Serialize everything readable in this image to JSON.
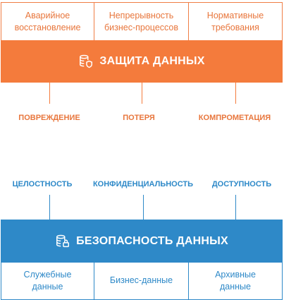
{
  "top_boxes": [
    {
      "label": "Аварийное\nвосстановление"
    },
    {
      "label": "Непрерывность\nбизнес-процессов"
    },
    {
      "label": "Нормативные\nтребования"
    }
  ],
  "protection_band": {
    "title": "ЗАЩИТА ДАННЫХ",
    "icon": "database-shield-icon"
  },
  "threats": [
    "ПОВРЕЖДЕНИЕ",
    "ПОТЕРЯ",
    "КОМПРОМЕТАЦИЯ"
  ],
  "properties": [
    "ЦЕЛОСТНОСТЬ",
    "КОНФИДЕНЦИАЛЬНОСТЬ",
    "ДОСТУПНОСТЬ"
  ],
  "security_band": {
    "title": "БЕЗОПАСНОСТЬ ДАННЫХ",
    "icon": "database-lock-icon"
  },
  "bottom_boxes": [
    {
      "label": "Служебные\nданные"
    },
    {
      "label": "Бизнес-данные"
    },
    {
      "label": "Архивные\nданные"
    }
  ],
  "colors": {
    "orange": "#f47b3c",
    "blue": "#2e89c8",
    "background": "#ffffff"
  }
}
